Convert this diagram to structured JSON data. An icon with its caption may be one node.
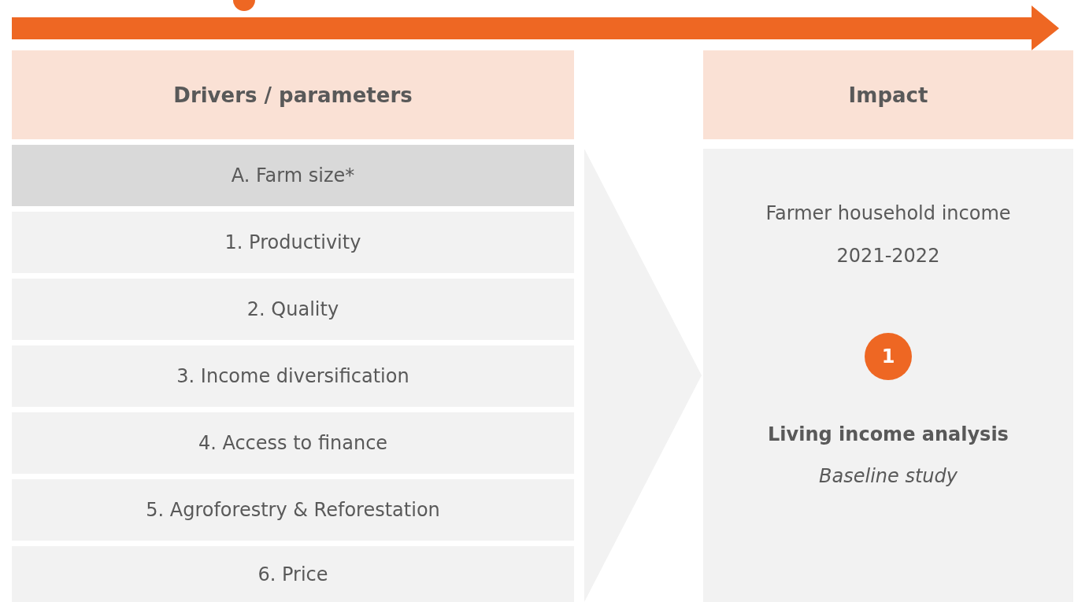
{
  "diagram": {
    "nodes": [
      {
        "text": [
          "Drivers / parameters"
        ]
      },
      {
        "text": [
          "A. Farm size*"
        ]
      },
      {
        "text": [
          "1. Productivity"
        ]
      },
      {
        "text": [
          "2. Quality"
        ]
      },
      {
        "text": [
          "3. Income diversification"
        ]
      },
      {
        "text": [
          "4. Access to finance"
        ]
      },
      {
        "text": [
          "5. Agroforestry & Reforestation"
        ]
      },
      {
        "text": [
          "6. Price"
        ]
      },
      {
        "text": [
          "Impact"
        ]
      },
      {
        "text": [
          "Farmer household income",
          "2021-2022",
          "Living income analysis",
          "Baseline study"
        ]
      },
      {
        "text": [
          "1"
        ],
        "in": 9
      }
    ],
    "edges": [
      {
        "from": null,
        "to": 9,
        "arrow": "to"
      }
    ]
  }
}
